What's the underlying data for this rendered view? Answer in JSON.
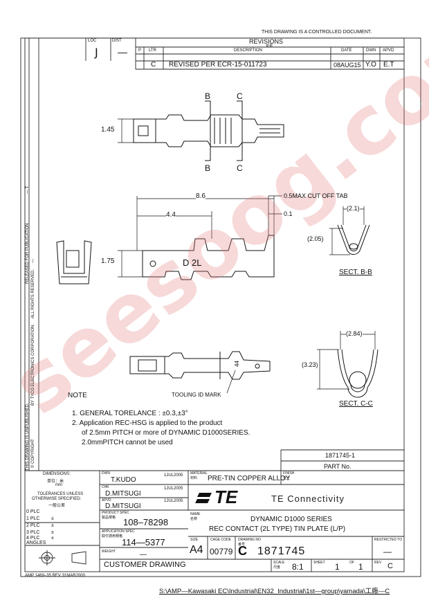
{
  "header": {
    "controlled_note": "THIS DRAWING IS A CONTROLLED DOCUMENT.",
    "loc_label": "LOC",
    "loc_value": "J",
    "dist_label": "DIST",
    "dist_value": "—"
  },
  "revisions": {
    "title": "REVISIONS",
    "title_cn": "变更",
    "col_p": "P",
    "col_ltr": "LTR",
    "col_desc": "DESCRIPTION",
    "col_date": "DATE",
    "col_dwn": "DWN",
    "col_apvd": "APVD",
    "row": {
      "ltr": "C",
      "description": "REVISED PER ECR-15-011723",
      "date": "08AUG15",
      "dwn": "Y.O",
      "apvd": "E.T"
    }
  },
  "drawing": {
    "top_view": {
      "dim_height": "1.45",
      "section_b": "B",
      "section_c": "C"
    },
    "side_view": {
      "dim_overall": "8.6",
      "dim_inner": "4.4",
      "dim_cutoff": "0.5MAX CUT OFF TAB",
      "dim_01": "0.1",
      "dim_height": "1.75",
      "marking": "D 2L"
    },
    "bottom_view": {
      "tooling_mark": "TOOLING ID MARK",
      "id_number": "44"
    },
    "sect_bb": {
      "label": "SECT. B-B",
      "dim_width": "(2.1)",
      "dim_height": "(2.05)"
    },
    "sect_cc": {
      "label": "SECT. C-C",
      "dim_width": "(2.84)",
      "dim_height": "(3.23)"
    }
  },
  "notes": {
    "heading": "NOTE",
    "line1": "1. GENERAL TORELANCE : ±0.3,±3°",
    "line2": "2. Application REC-HSG is applied to the product",
    "line3": "of 2.5mm PITCH or more of DYNAMIC D1000SERIES.",
    "line4": "2.0mmPITCH cannot be used"
  },
  "side_strip": {
    "unpublished": "THIS DRAWING IS UNPUBLISHED.",
    "copyright": "© COPYRIGHT",
    "by_tyco": "BY TYCO ELECTRONICS CORPORATION.",
    "rights": "ALL RIGHTS RESERVED.",
    "released": "RELEASED FOR PUBLICATION",
    "mark1": "— T",
    "mark2": "—"
  },
  "part_box": {
    "part_number": "1871745-1",
    "part_no_label": "PART No."
  },
  "title_block": {
    "dimensions_label": "DIMENSIONS:",
    "dimensions_cn": "单位：米",
    "dimensions_unit": "mm",
    "tolerances_1": "TOLERANCES UNLESS",
    "tolerances_2": "OTHERWISE SPECIFIED:",
    "tolerances_cn": "一般公差",
    "plc": [
      "0 PLC",
      "1 PLC",
      "2 PLC",
      "3 PLC",
      "4 PLC"
    ],
    "plc_pm": "±",
    "angles": "ANGLES",
    "dwn_label": "DWN",
    "dwn_name": "T.KUDO",
    "dwn_date": "1JUL2005",
    "chk_label": "CHK",
    "chk_name": "D.MITSUGI",
    "chk_date": "1JUL2005",
    "apvd_label": "APVD",
    "apvd_name": "D.MITSUGI",
    "apvd_date": "1JUL2005",
    "product_spec_label": "PRODUCT SPEC",
    "product_spec_cn": "製品規格",
    "product_spec": "108–78298",
    "app_spec_label": "APPLICATION SPEC",
    "app_spec_cn": "取付適用規格",
    "app_spec": "114—5377",
    "weight_label": "WEIGHT",
    "weight_value": "—",
    "customer_drawing": "CUSTOMER DRAWING",
    "material_label": "MATERIAL",
    "material_cn": "材料",
    "material": "PRE-TIN COPPER ALLOY",
    "finish_label": "FINISH",
    "finish_cn": "仕上",
    "brand_logo": "TE",
    "brand_name": "TE Connectivity",
    "name_label": "NAME",
    "name_cn": "名称",
    "name_line1": "DYNAMIC D1000 SERIES",
    "name_line2": "REC CONTACT (2L TYPE) TIN PLATE (L/P)",
    "size_label": "SIZE",
    "size": "A4",
    "cage_label": "CAGE CODE",
    "cage_code": "00779",
    "drawing_no_label": "DRAWING NO",
    "drawing_no_cn": "番号",
    "drawing_prefix": "C",
    "drawing_no": "1871745",
    "restricted": "RESTRICTED TO",
    "restricted_value": "—",
    "scale_label": "SCALE",
    "scale_cn": "尺度",
    "scale": "8:1",
    "sheet_label": "SHEET",
    "sheet": "1",
    "of_label": "OF",
    "of": "1",
    "rev_label": "REV",
    "rev": "C"
  },
  "footer": {
    "form": "AMP 1469–35 REV 31MAR2000",
    "path": "S:\\AMP—Kawasaki EC\\Industrial\\EN32_Industrial\\1st—group\\yamada\\工廠—C"
  },
  "watermark": "seesoog.com"
}
